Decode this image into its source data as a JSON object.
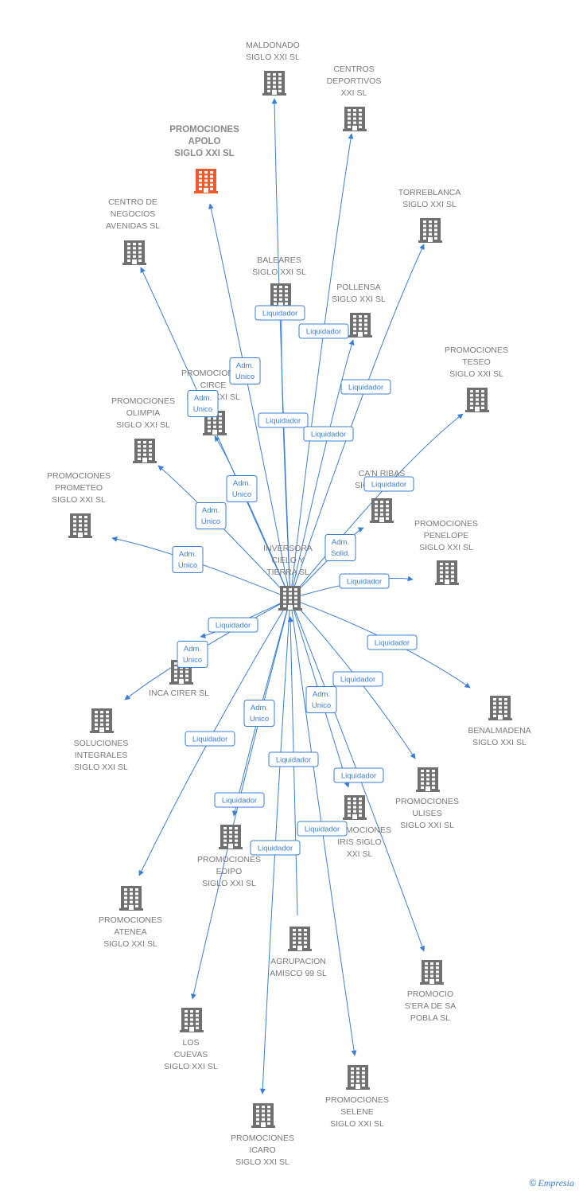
{
  "colors": {
    "edge": "#3a7fd5",
    "node": "#707070",
    "focus_node": "#f05a28",
    "label": "#7a7a7a"
  },
  "nodes": [
    {
      "id": "inversora",
      "icon": "building-icon",
      "lines": [
        "INVERSORA",
        "CIELO Y",
        "TIERRA SL"
      ]
    },
    {
      "id": "maldonado",
      "icon": "building-icon",
      "lines": [
        "MALDONADO",
        "SIGLO XXI SL"
      ]
    },
    {
      "id": "centros",
      "icon": "building-icon",
      "lines": [
        "CENTROS",
        "DEPORTIVOS",
        "XXI SL"
      ]
    },
    {
      "id": "apolo",
      "icon": "building-icon",
      "focus": true,
      "lines": [
        "PROMOCIONES",
        "APOLO",
        "SIGLO XXI SL"
      ]
    },
    {
      "id": "torreblanca",
      "icon": "building-icon",
      "lines": [
        "TORREBLANCA",
        "SIGLO XXI SL"
      ]
    },
    {
      "id": "centro_negocios",
      "icon": "building-icon",
      "lines": [
        "CENTRO DE",
        "NEGOCIOS",
        "AVENIDAS SL"
      ]
    },
    {
      "id": "baleares",
      "icon": "building-icon",
      "lines": [
        "BALEARES",
        "SIGLO XXI SL"
      ]
    },
    {
      "id": "pollensa",
      "icon": "building-icon",
      "lines": [
        "POLLENSA",
        "SIGLO XXI SL"
      ]
    },
    {
      "id": "teseo",
      "icon": "building-icon",
      "lines": [
        "PROMOCIONES",
        "TESEO",
        "SIGLO XXI SL"
      ]
    },
    {
      "id": "circe",
      "icon": "building-icon",
      "lines": [
        "PROMOCIONES",
        "CIRCE",
        "SIGLO XXI SL"
      ]
    },
    {
      "id": "olimpia",
      "icon": "building-icon",
      "lines": [
        "PROMOCIONES",
        "OLIMPIA",
        "SIGLO XXI SL"
      ]
    },
    {
      "id": "prometeo",
      "icon": "building-icon",
      "lines": [
        "PROMOCIONES",
        "PROMETEO",
        "SIGLO XXI SL"
      ]
    },
    {
      "id": "canribas",
      "icon": "building-icon",
      "lines": [
        "CA'N RIBAS",
        "SIGLO XXI SL"
      ]
    },
    {
      "id": "penelope",
      "icon": "building-icon",
      "lines": [
        "PROMOCIONES",
        "PENELOPE",
        "SIGLO XXI SL"
      ]
    },
    {
      "id": "inca",
      "icon": "building-icon",
      "lines": [
        "INCA CIRER SL"
      ]
    },
    {
      "id": "soluciones",
      "icon": "building-icon",
      "lines": [
        "SOLUCIONES",
        "INTEGRALES",
        "SIGLO XXI SL"
      ]
    },
    {
      "id": "benalmadena",
      "icon": "building-icon",
      "lines": [
        "BENALMADENA",
        "SIGLO XXI SL"
      ]
    },
    {
      "id": "ulises",
      "icon": "building-icon",
      "lines": [
        "PROMOCIONES",
        "ULISES",
        "SIGLO XXI SL"
      ]
    },
    {
      "id": "iris",
      "icon": "building-icon",
      "lines": [
        "PROMOCIONES",
        "IRIS SIGLO",
        "XXI SL"
      ]
    },
    {
      "id": "edipo",
      "icon": "building-icon",
      "lines": [
        "PROMOCIONES",
        "EDIPO",
        "SIGLO XXI SL"
      ]
    },
    {
      "id": "atenea",
      "icon": "building-icon",
      "lines": [
        "PROMOCIONES",
        "ATENEA",
        "SIGLO XXI SL"
      ]
    },
    {
      "id": "amisco",
      "icon": "building-icon",
      "lines": [
        "AGRUPACION",
        "AMISCO 99 SL"
      ]
    },
    {
      "id": "sera",
      "icon": "building-icon",
      "lines": [
        "PROMOCIO",
        "S'ERA DE SA",
        "POBLA SL"
      ]
    },
    {
      "id": "cuevas",
      "icon": "building-icon",
      "lines": [
        "LOS",
        "CUEVAS",
        "SIGLO XXI SL"
      ]
    },
    {
      "id": "selene",
      "icon": "building-icon",
      "lines": [
        "PROMOCIONES",
        "SELENE",
        "SIGLO XXI SL"
      ]
    },
    {
      "id": "icaro",
      "icon": "building-icon",
      "lines": [
        "PROMOCIONES",
        "ICARO",
        "SIGLO XXI SL"
      ]
    }
  ],
  "edges": [
    {
      "to": "maldonado",
      "lines": [
        "Liquidador"
      ]
    },
    {
      "to": "centros",
      "lines": [
        "Liquidador"
      ]
    },
    {
      "to": "apolo",
      "lines": [
        "Adm.",
        "Unico"
      ]
    },
    {
      "to": "torreblanca",
      "lines": [
        "Liquidador"
      ]
    },
    {
      "to": "centro_negocios",
      "lines": [
        "Adm.",
        "Unico"
      ]
    },
    {
      "to": "baleares",
      "lines": [
        "Liquidador"
      ]
    },
    {
      "to": "pollensa",
      "lines": [
        "Liquidador"
      ]
    },
    {
      "to": "teseo",
      "lines": [
        "Liquidador"
      ]
    },
    {
      "to": "circe",
      "lines": [
        "Adm.",
        "Unico"
      ]
    },
    {
      "to": "olimpia",
      "lines": [
        "Adm.",
        "Unico"
      ]
    },
    {
      "to": "prometeo",
      "lines": [
        "Adm.",
        "Unico"
      ]
    },
    {
      "to": "canribas",
      "lines": [
        "Adm.",
        "Solid."
      ]
    },
    {
      "to": "penelope",
      "lines": [
        "Liquidador"
      ]
    },
    {
      "to": "inca",
      "lines": [
        "Liquidador"
      ]
    },
    {
      "to": "soluciones",
      "lines": [
        "Adm.",
        "Unico"
      ]
    },
    {
      "to": "benalmadena",
      "lines": [
        "Liquidador"
      ]
    },
    {
      "to": "ulises",
      "lines": [
        "Liquidador"
      ]
    },
    {
      "to": "iris",
      "lines": [
        "Adm.",
        "Unico"
      ]
    },
    {
      "to": "edipo",
      "lines": [
        "Adm.",
        "Unico"
      ]
    },
    {
      "to": "atenea",
      "lines": [
        "Liquidador"
      ]
    },
    {
      "to": "amisco",
      "lines": [
        "Liquidador"
      ]
    },
    {
      "to": "sera",
      "lines": [
        "Liquidador"
      ]
    },
    {
      "to": "cuevas",
      "lines": [
        "Liquidador"
      ]
    },
    {
      "to": "selene",
      "lines": [
        "Liquidador"
      ]
    },
    {
      "to": "icaro",
      "lines": [
        "Liquidador"
      ]
    },
    {
      "to": "canribas",
      "lines": [
        "Liquidador"
      ]
    }
  ],
  "footer": {
    "copyright_symbol": "©",
    "brand": "Empresia"
  }
}
